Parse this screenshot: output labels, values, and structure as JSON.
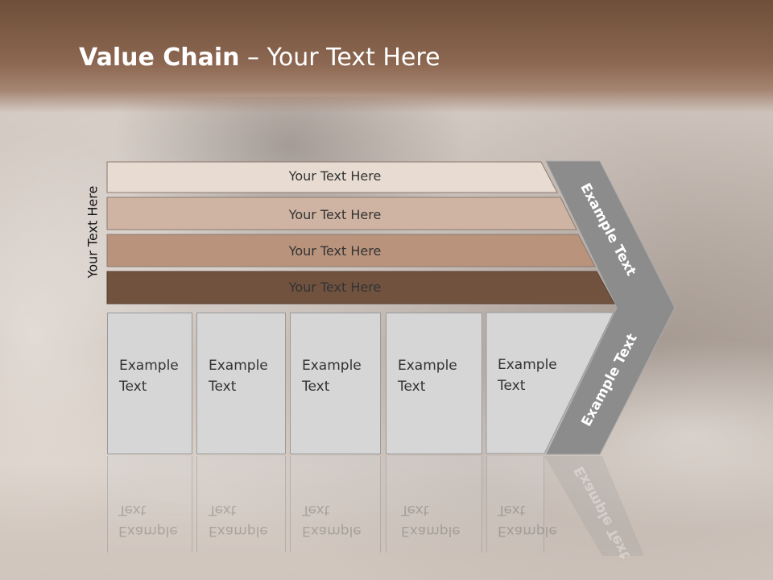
{
  "title": {
    "bold": "Value Chain",
    "rest": " – Your Text Here"
  },
  "side_label": "Your Text Here",
  "bars": [
    {
      "label": "Your Text Here",
      "color": "#e8dcd2"
    },
    {
      "label": "Your Text Here",
      "color": "#d0b4a3"
    },
    {
      "label": "Your Text Here",
      "color": "#b9937c"
    },
    {
      "label": "Your Text Here",
      "color": "#70523f"
    }
  ],
  "boxes": [
    {
      "line1": "Example",
      "line2": "Text"
    },
    {
      "line1": "Example",
      "line2": "Text"
    },
    {
      "line1": "Example",
      "line2": "Text"
    },
    {
      "line1": "Example",
      "line2": "Text"
    },
    {
      "line1": "Example",
      "line2": "Text"
    }
  ],
  "arrow": {
    "upper": "Example Text",
    "lower": "Example Text",
    "color": "#8c8c8c"
  },
  "header_color": "#7a5a45"
}
